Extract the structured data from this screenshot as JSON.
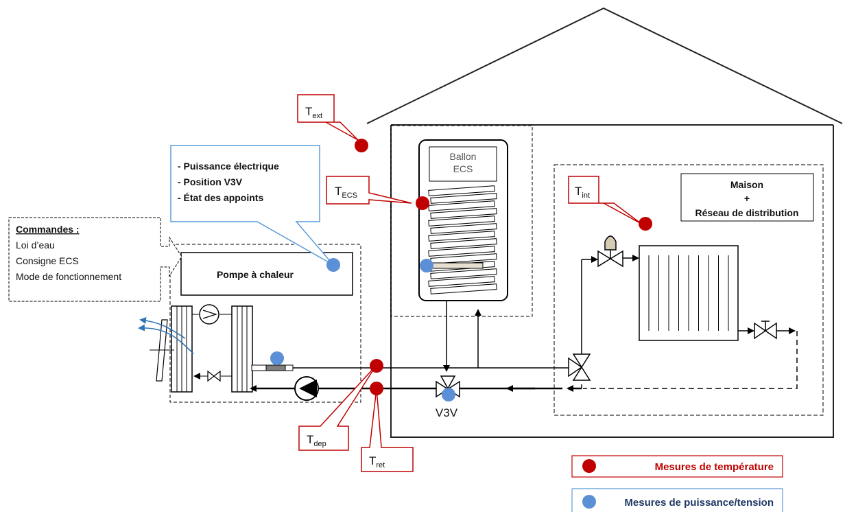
{
  "callouts": {
    "power": [
      "- Puissance électrique",
      "- Position V3V",
      "- État des appoints"
    ],
    "commands_title": "Commandes :",
    "commands": [
      "Loi d’eau",
      "Consigne ECS",
      "Mode de fonctionnement"
    ]
  },
  "boxes": {
    "heat_pump": "Pompe à chaleur",
    "tank_line1": "Ballon",
    "tank_line2": "ECS",
    "house_line1": "Maison",
    "house_line2": "+",
    "house_line3": "Réseau de distribution"
  },
  "sensors": {
    "text": {
      "main": "T",
      "sub": "ext"
    },
    "tecs": {
      "main": "T",
      "sub": "ECS"
    },
    "tint": {
      "main": "T",
      "sub": "int"
    },
    "tdep": {
      "main": "T",
      "sub": "dep"
    },
    "tret": {
      "main": "T",
      "sub": "ret"
    }
  },
  "valve_label": "V3V",
  "legend": {
    "temperature": "Mesures de température",
    "power": "Mesures de puissance/tension"
  },
  "colors": {
    "temperature": "#c00000",
    "power": "#5b8fd6",
    "callout_border_red": "#c00000",
    "callout_border_blue": "#5b9bd5"
  }
}
